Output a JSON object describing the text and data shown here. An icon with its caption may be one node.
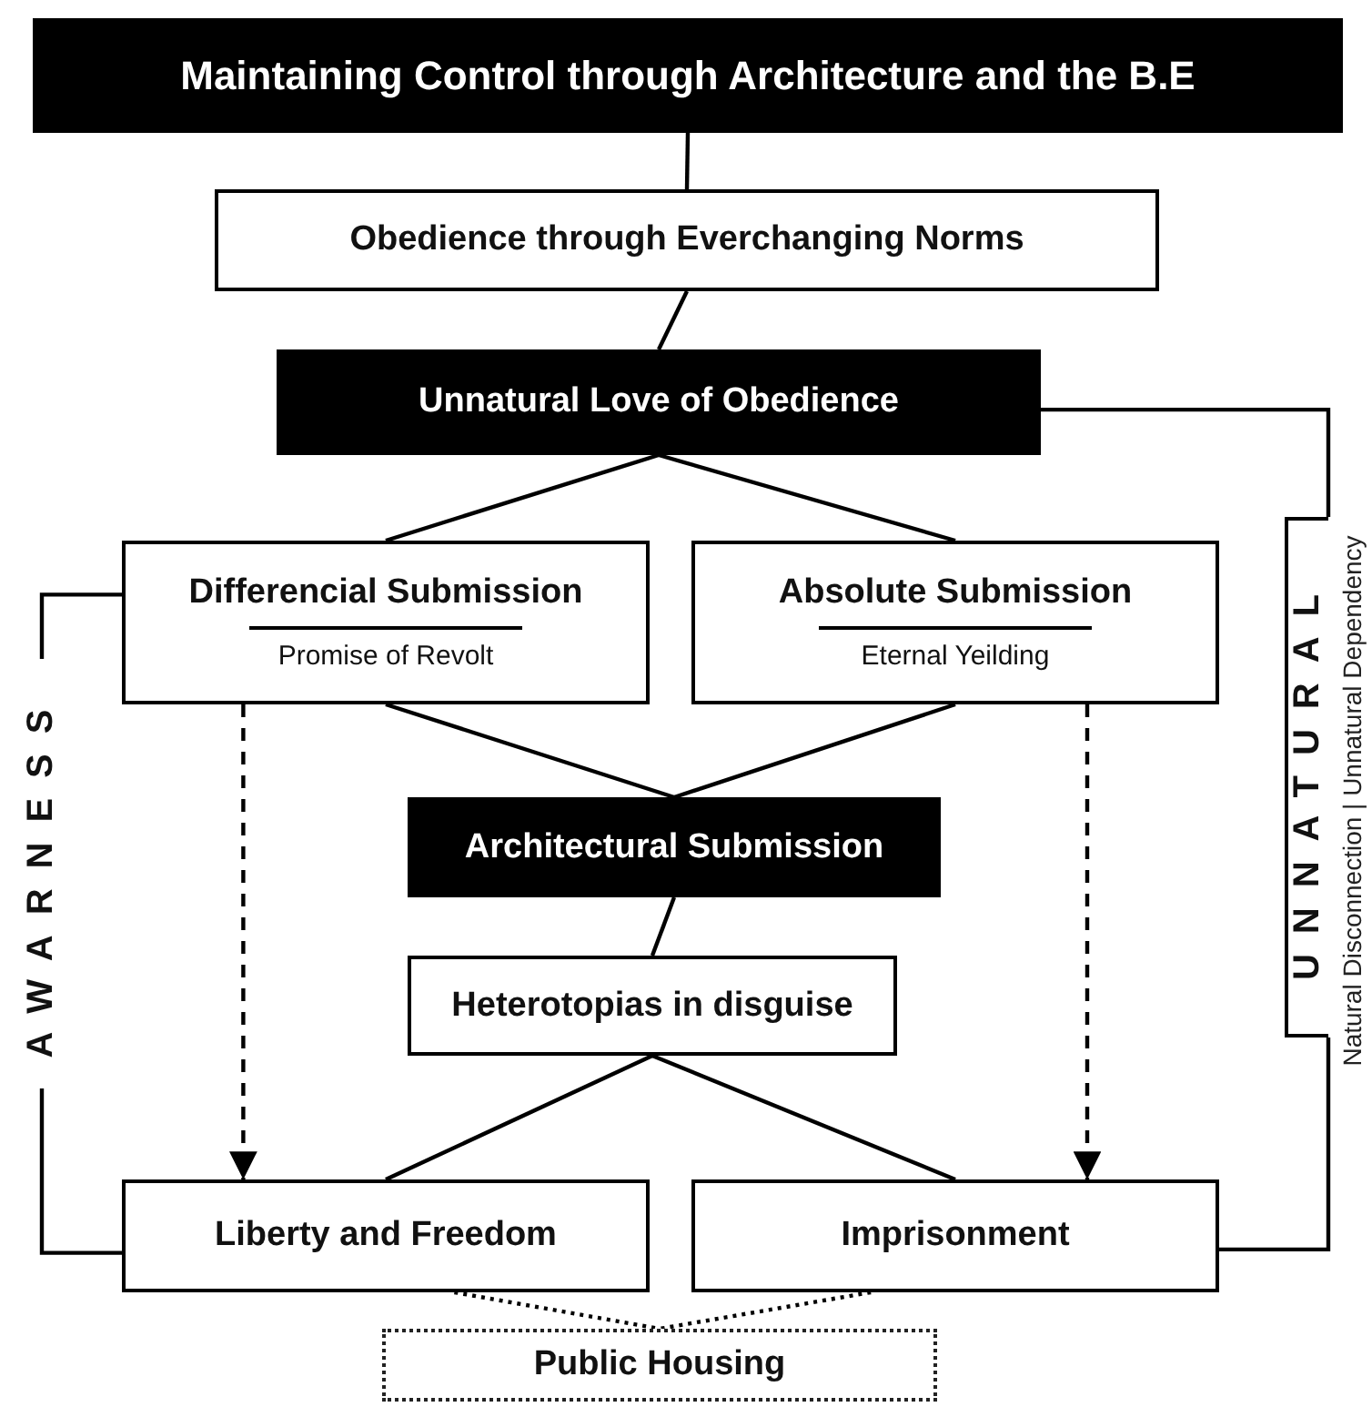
{
  "diagram": {
    "nodes": [
      {
        "text": [
          "Maintaining Control through Architecture and the B.E"
        ]
      },
      {
        "text": [
          "Obedience through Everchanging Norms"
        ]
      },
      {
        "text": [
          "Unnatural Love of Obedience"
        ]
      },
      {
        "text": [
          "Differencial Submission",
          "Promise of Revolt"
        ]
      },
      {
        "text": [
          "Absolute Submission",
          "Eternal Yeilding"
        ]
      },
      {
        "text": [
          "Architectural Submission"
        ]
      },
      {
        "text": [
          "Heterotopias in disguise"
        ]
      },
      {
        "text": [
          "Liberty and Freedom"
        ]
      },
      {
        "text": [
          "Imprisonment"
        ]
      },
      {
        "text": [
          "Public Housing"
        ]
      },
      {
        "text": [
          "AWARNESS"
        ]
      },
      {
        "text": [
          "UNNATURAL"
        ]
      }
    ],
    "edges": [
      {
        "from": 0,
        "to": 1,
        "arrow": "none"
      },
      {
        "from": 1,
        "to": 2,
        "arrow": "none"
      },
      {
        "from": 2,
        "to": 3,
        "arrow": "none"
      },
      {
        "from": 2,
        "to": 4,
        "arrow": "none"
      },
      {
        "from": 3,
        "to": 5,
        "arrow": "none"
      },
      {
        "from": 4,
        "to": 5,
        "arrow": "none"
      },
      {
        "from": 5,
        "to": 6,
        "arrow": "none"
      },
      {
        "from": 6,
        "to": 7,
        "arrow": "none"
      },
      {
        "from": 6,
        "to": 8,
        "arrow": "none"
      },
      {
        "from": 3,
        "to": 7,
        "arrow": "to",
        "style": "dashed"
      },
      {
        "from": 4,
        "to": 8,
        "arrow": "to",
        "style": "dashed"
      },
      {
        "from": 7,
        "to": 9,
        "arrow": "none",
        "style": "dashed"
      },
      {
        "from": 8,
        "to": 9,
        "arrow": "none",
        "style": "dashed"
      },
      {
        "from": 3,
        "to": 10,
        "arrow": "none"
      },
      {
        "from": 7,
        "to": 10,
        "arrow": "none"
      },
      {
        "from": 2,
        "to": 11,
        "arrow": "none"
      },
      {
        "from": 8,
        "to": 11,
        "arrow": "none"
      }
    ],
    "labels": [
      "Natural Disconnection | Unnatural Dependency"
    ]
  }
}
